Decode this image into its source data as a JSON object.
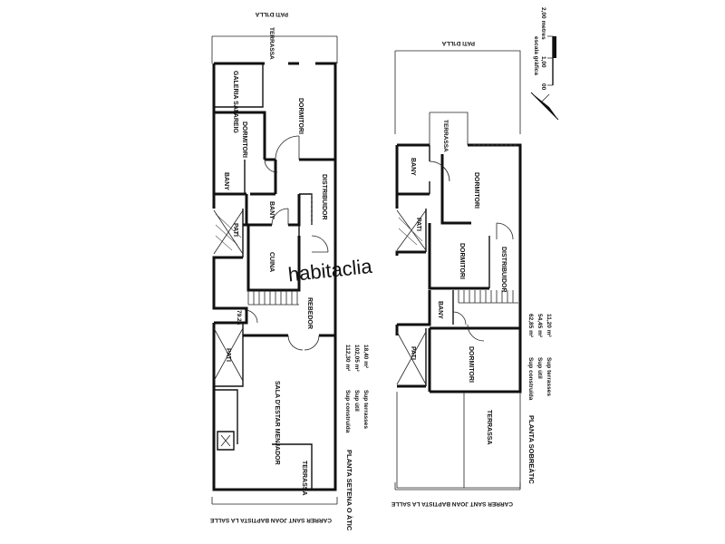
{
  "left_plan": {
    "top_label": "PATI D'ILLA",
    "top_terrace": "TERRASSA",
    "rooms": {
      "galeria": "GALERIA SAFAREIG",
      "dormitori_a": "DORMITORI",
      "dormitori_b": "DORMITORI",
      "bany_a": "BANY",
      "bany_b": "BANY",
      "distribuidor": "DISTRIBUIDOR",
      "pati_a": "PATI",
      "cuina": "CUINA",
      "rebedor": "REBEDOR",
      "pati_b": "PATI",
      "sala": "SALA D'ESTAR MENJADOR",
      "terrassa": "TERRASSA"
    },
    "door_note": "79.2a",
    "stats": {
      "label_built": "Sup construïda",
      "label_useful": "Sup útil",
      "label_terraces": "Sup terrasses",
      "value_built": "112,30 m²",
      "value_useful": "102,05 m²",
      "value_terraces": "18,40 m²"
    },
    "floor_name": "PLANTA SETENA O ÀTIC",
    "street": "CARRER SANT JOAN BAPTISTA LA SALLE"
  },
  "right_plan": {
    "top_label": "PATI D'ILLA",
    "top_terrace": "TERRASSA",
    "rooms": {
      "bany_a": "BANY",
      "dormitori_a": "DORMITORI",
      "pati_a": "PATI",
      "dormitori_b": "DORMITORI",
      "distribuidor": "DISTRIBUIDOR",
      "bany_b": "BANY",
      "pati_b": "PATI",
      "dormitori_c": "DORMITORI",
      "terrassa": "TERRASSA"
    },
    "stats": {
      "label_built": "Sup construïda",
      "label_useful": "Sup útil",
      "label_terraces": "Sup terrasses",
      "value_built": "62,85 m²",
      "value_useful": "54,45 m²",
      "value_terraces": "11,20 m²"
    },
    "floor_name": "PLANTA SOBREÀTIC",
    "street": "CARRER SANT JOAN BAPTISTA LA SALLE"
  },
  "scale": {
    "title": "escala gràfica",
    "ticks": [
      "00",
      "1,00",
      "2,00 metres"
    ]
  },
  "watermark": "habitaclia"
}
